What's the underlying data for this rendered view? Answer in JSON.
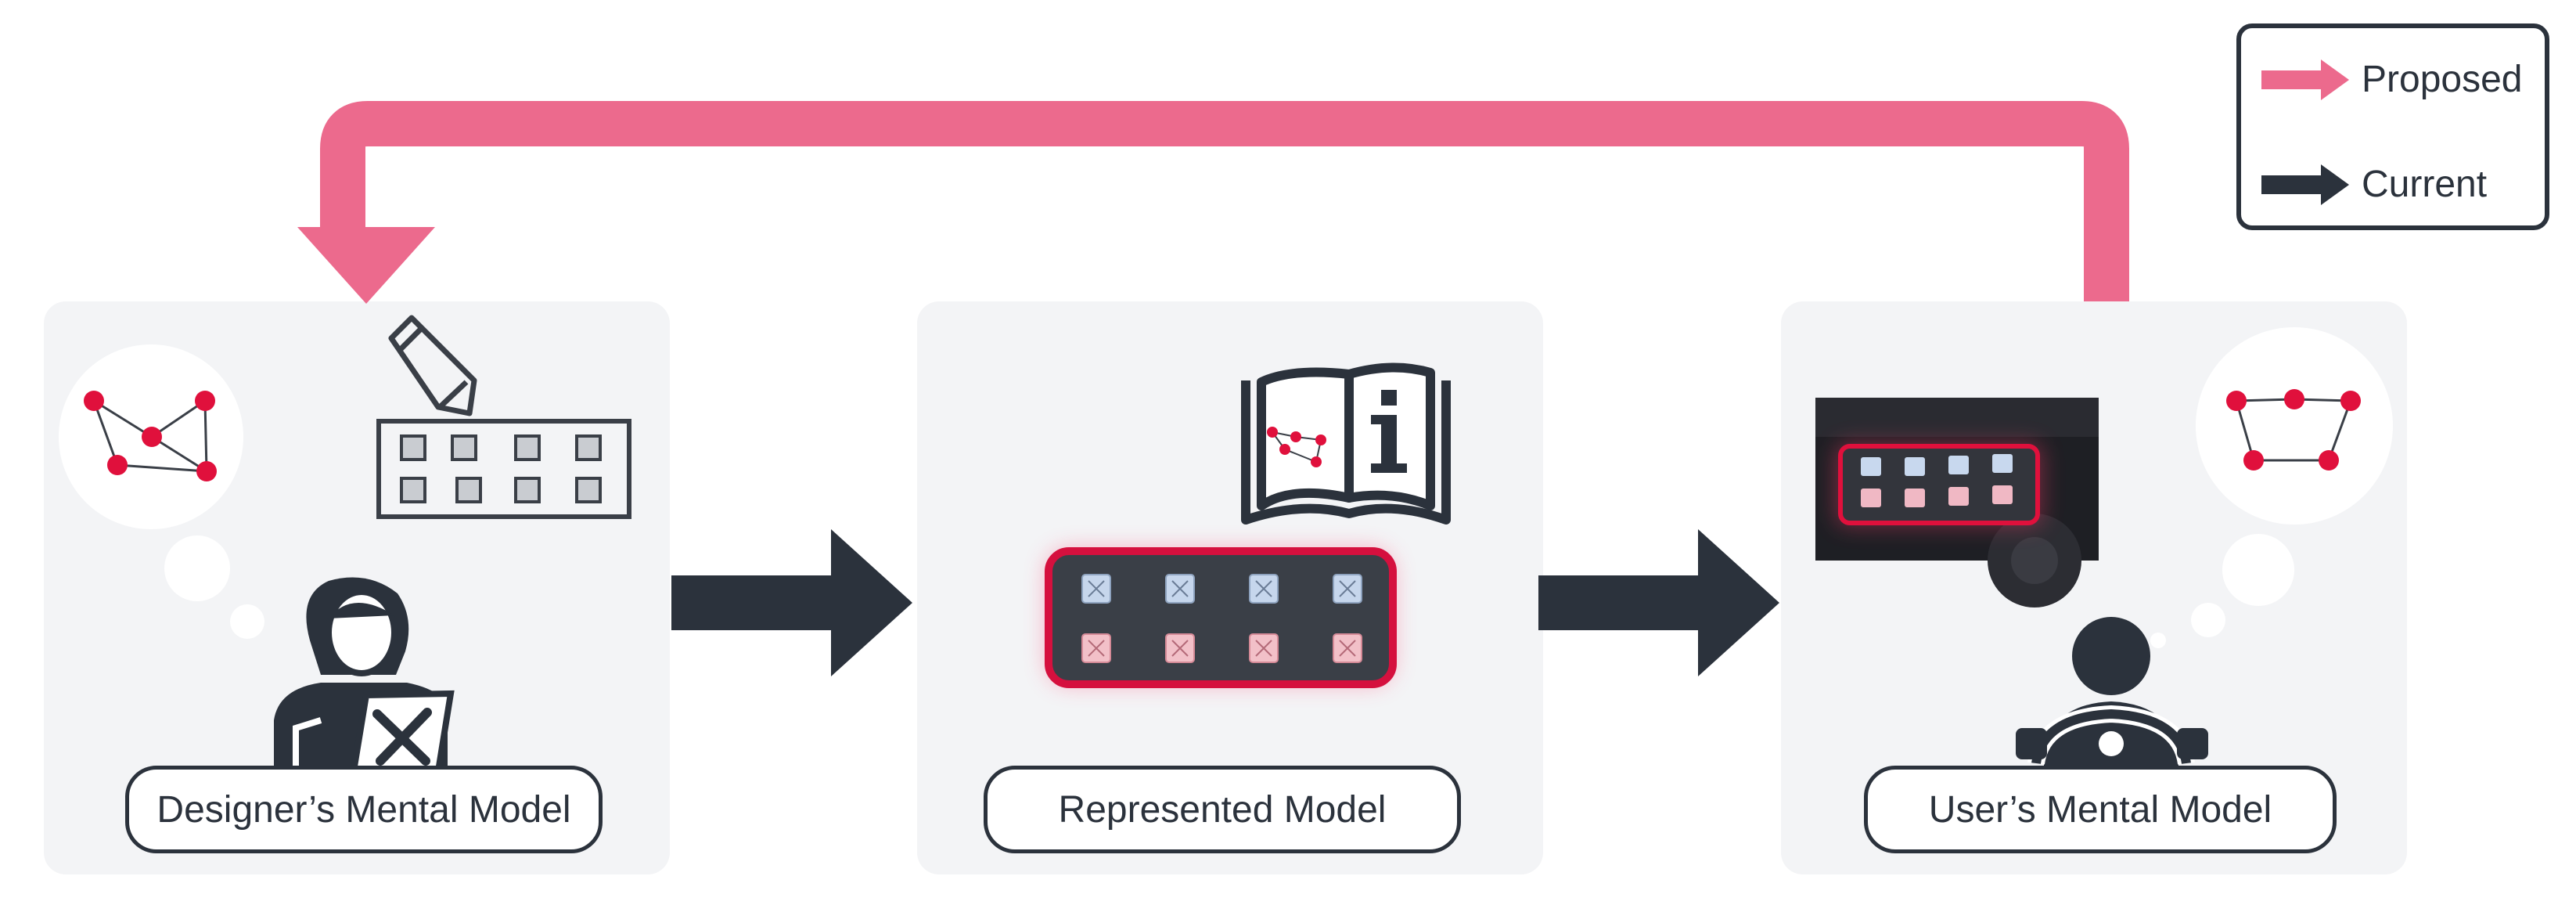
{
  "legend": {
    "proposed_label": "Proposed",
    "current_label": "Current"
  },
  "panels": {
    "designer_label": "Designer’s Mental Model",
    "represented_label": "Represented Model",
    "user_label": "User’s Mental Model"
  },
  "colors": {
    "proposed": "#ec6a8d",
    "current": "#2b323c",
    "node": "#e0103c",
    "panel_bg": "#f3f4f6"
  }
}
